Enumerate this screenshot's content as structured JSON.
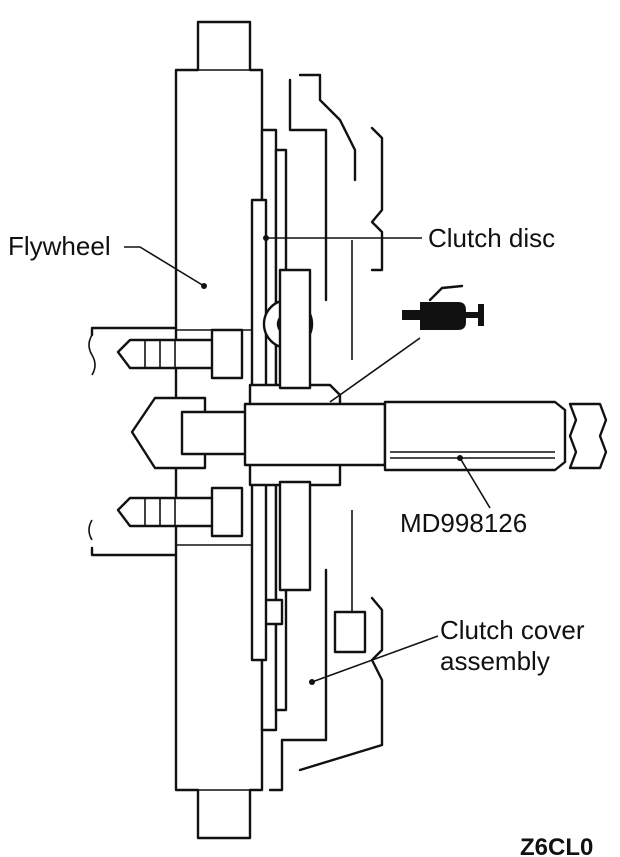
{
  "labels": {
    "flywheel": "Flywheel",
    "clutch_disc": "Clutch disc",
    "tool": "MD998126",
    "cover_line1": "Clutch cover",
    "cover_line2": "assembly",
    "figure_code": "Z6CL0"
  },
  "colors": {
    "ink": "#111111",
    "paper": "#ffffff"
  },
  "icons": {
    "lubricant": "grease-gun-icon"
  }
}
